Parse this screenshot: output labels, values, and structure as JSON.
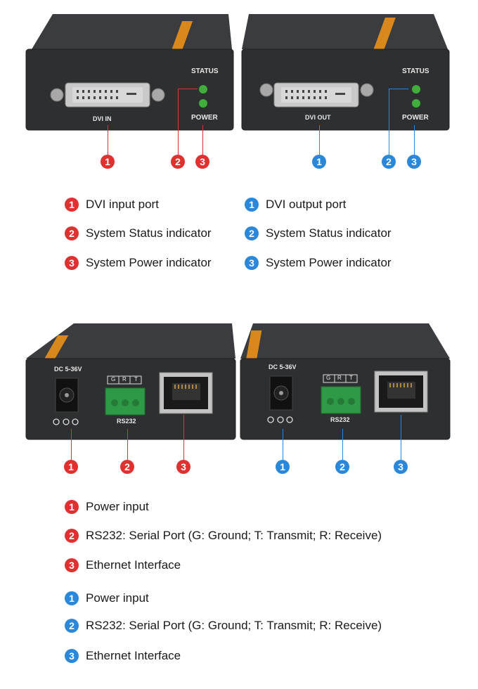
{
  "colors": {
    "red": "#e03030",
    "blue": "#2b87d9",
    "device_body": "#2e2f31",
    "label_orange": "#d9881c",
    "led_green": "#3fae3a",
    "terminal_green": "#2f9a45"
  },
  "top_left_device": {
    "port_label": "DVI IN",
    "status_label": "STATUS",
    "power_label": "POWER"
  },
  "top_right_device": {
    "port_label": "DVI OUT",
    "status_label": "STATUS",
    "power_label": "POWER"
  },
  "bottom_device_labels": {
    "dc_label": "DC 5-36V",
    "rs232_label": "RS232",
    "pins": [
      "G",
      "R",
      "T"
    ]
  },
  "callout_numbers": [
    "1",
    "2",
    "3"
  ],
  "legend_top_left": [
    {
      "num": "1",
      "text": "DVI input port"
    },
    {
      "num": "2",
      "text": "System Status indicator"
    },
    {
      "num": "3",
      "text": "System Power indicator"
    }
  ],
  "legend_top_right": [
    {
      "num": "1",
      "text": "DVI output port"
    },
    {
      "num": "2",
      "text": "System Status indicator"
    },
    {
      "num": "3",
      "text": "System Power indicator"
    }
  ],
  "legend_bottom_red": [
    {
      "num": "1",
      "text": "Power input"
    },
    {
      "num": "2",
      "text": "RS232: Serial Port (G: Ground;  T: Transmit;  R: Receive)"
    },
    {
      "num": "3",
      "text": "Ethernet Interface"
    }
  ],
  "legend_bottom_blue": [
    {
      "num": "1",
      "text": "Power input"
    },
    {
      "num": "2",
      "text": "RS232: Serial Port (G: Ground;  T: Transmit;  R: Receive)"
    },
    {
      "num": "3",
      "text": "Ethernet Interface"
    }
  ]
}
